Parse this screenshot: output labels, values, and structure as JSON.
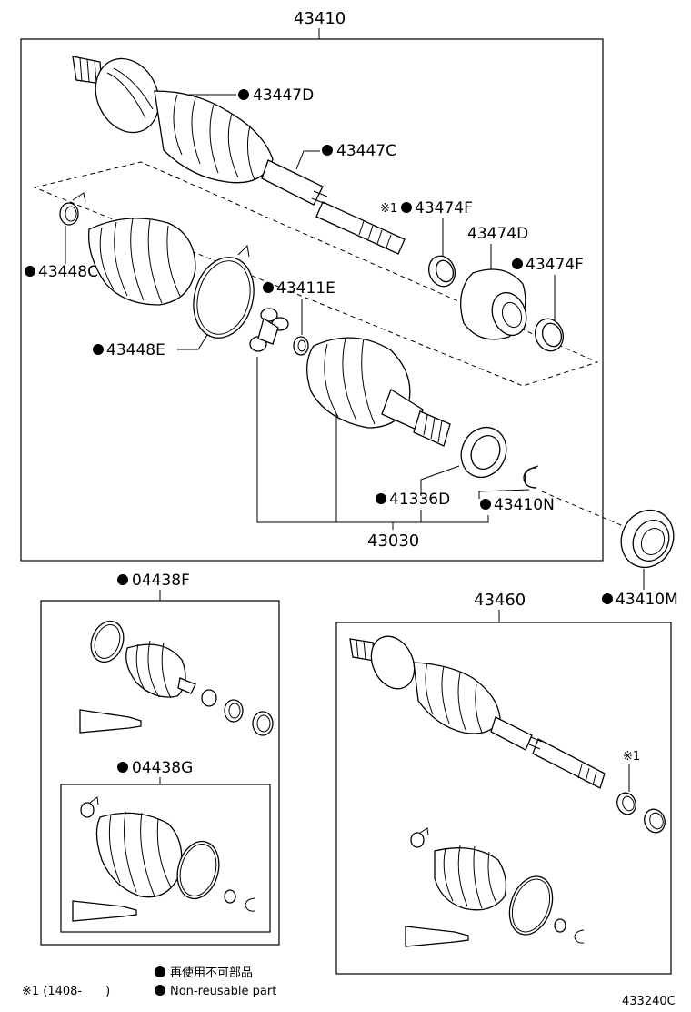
{
  "labels": {
    "assembly_front_left": "43410",
    "assembly_front_right": "43460",
    "inner_joint": "43030",
    "kit_outer": "04438F",
    "kit_inner": "04438G",
    "boot_43447D": "43447D",
    "boot_43447C": "43447C",
    "ring_43474F_top": "43474F",
    "damper_43474D": "43474D",
    "ring_43474F_right": "43474F",
    "clamp_43448C": "43448C",
    "spider_43411E": "43411E",
    "clamp_43448E": "43448E",
    "seal_41336D": "41336D",
    "snap_43410N": "43410N",
    "bearing_43410M": "43410M",
    "ref_mark_1": "※1",
    "ref_mark_2": "※1"
  },
  "legend": {
    "item_ja": "再使用不可部品",
    "item_en": "Non-reusable part",
    "footnote": "※1 (1408-　　)"
  },
  "diagram_code": "433240C",
  "colors": {
    "ink": "#000000",
    "paper": "#ffffff"
  }
}
